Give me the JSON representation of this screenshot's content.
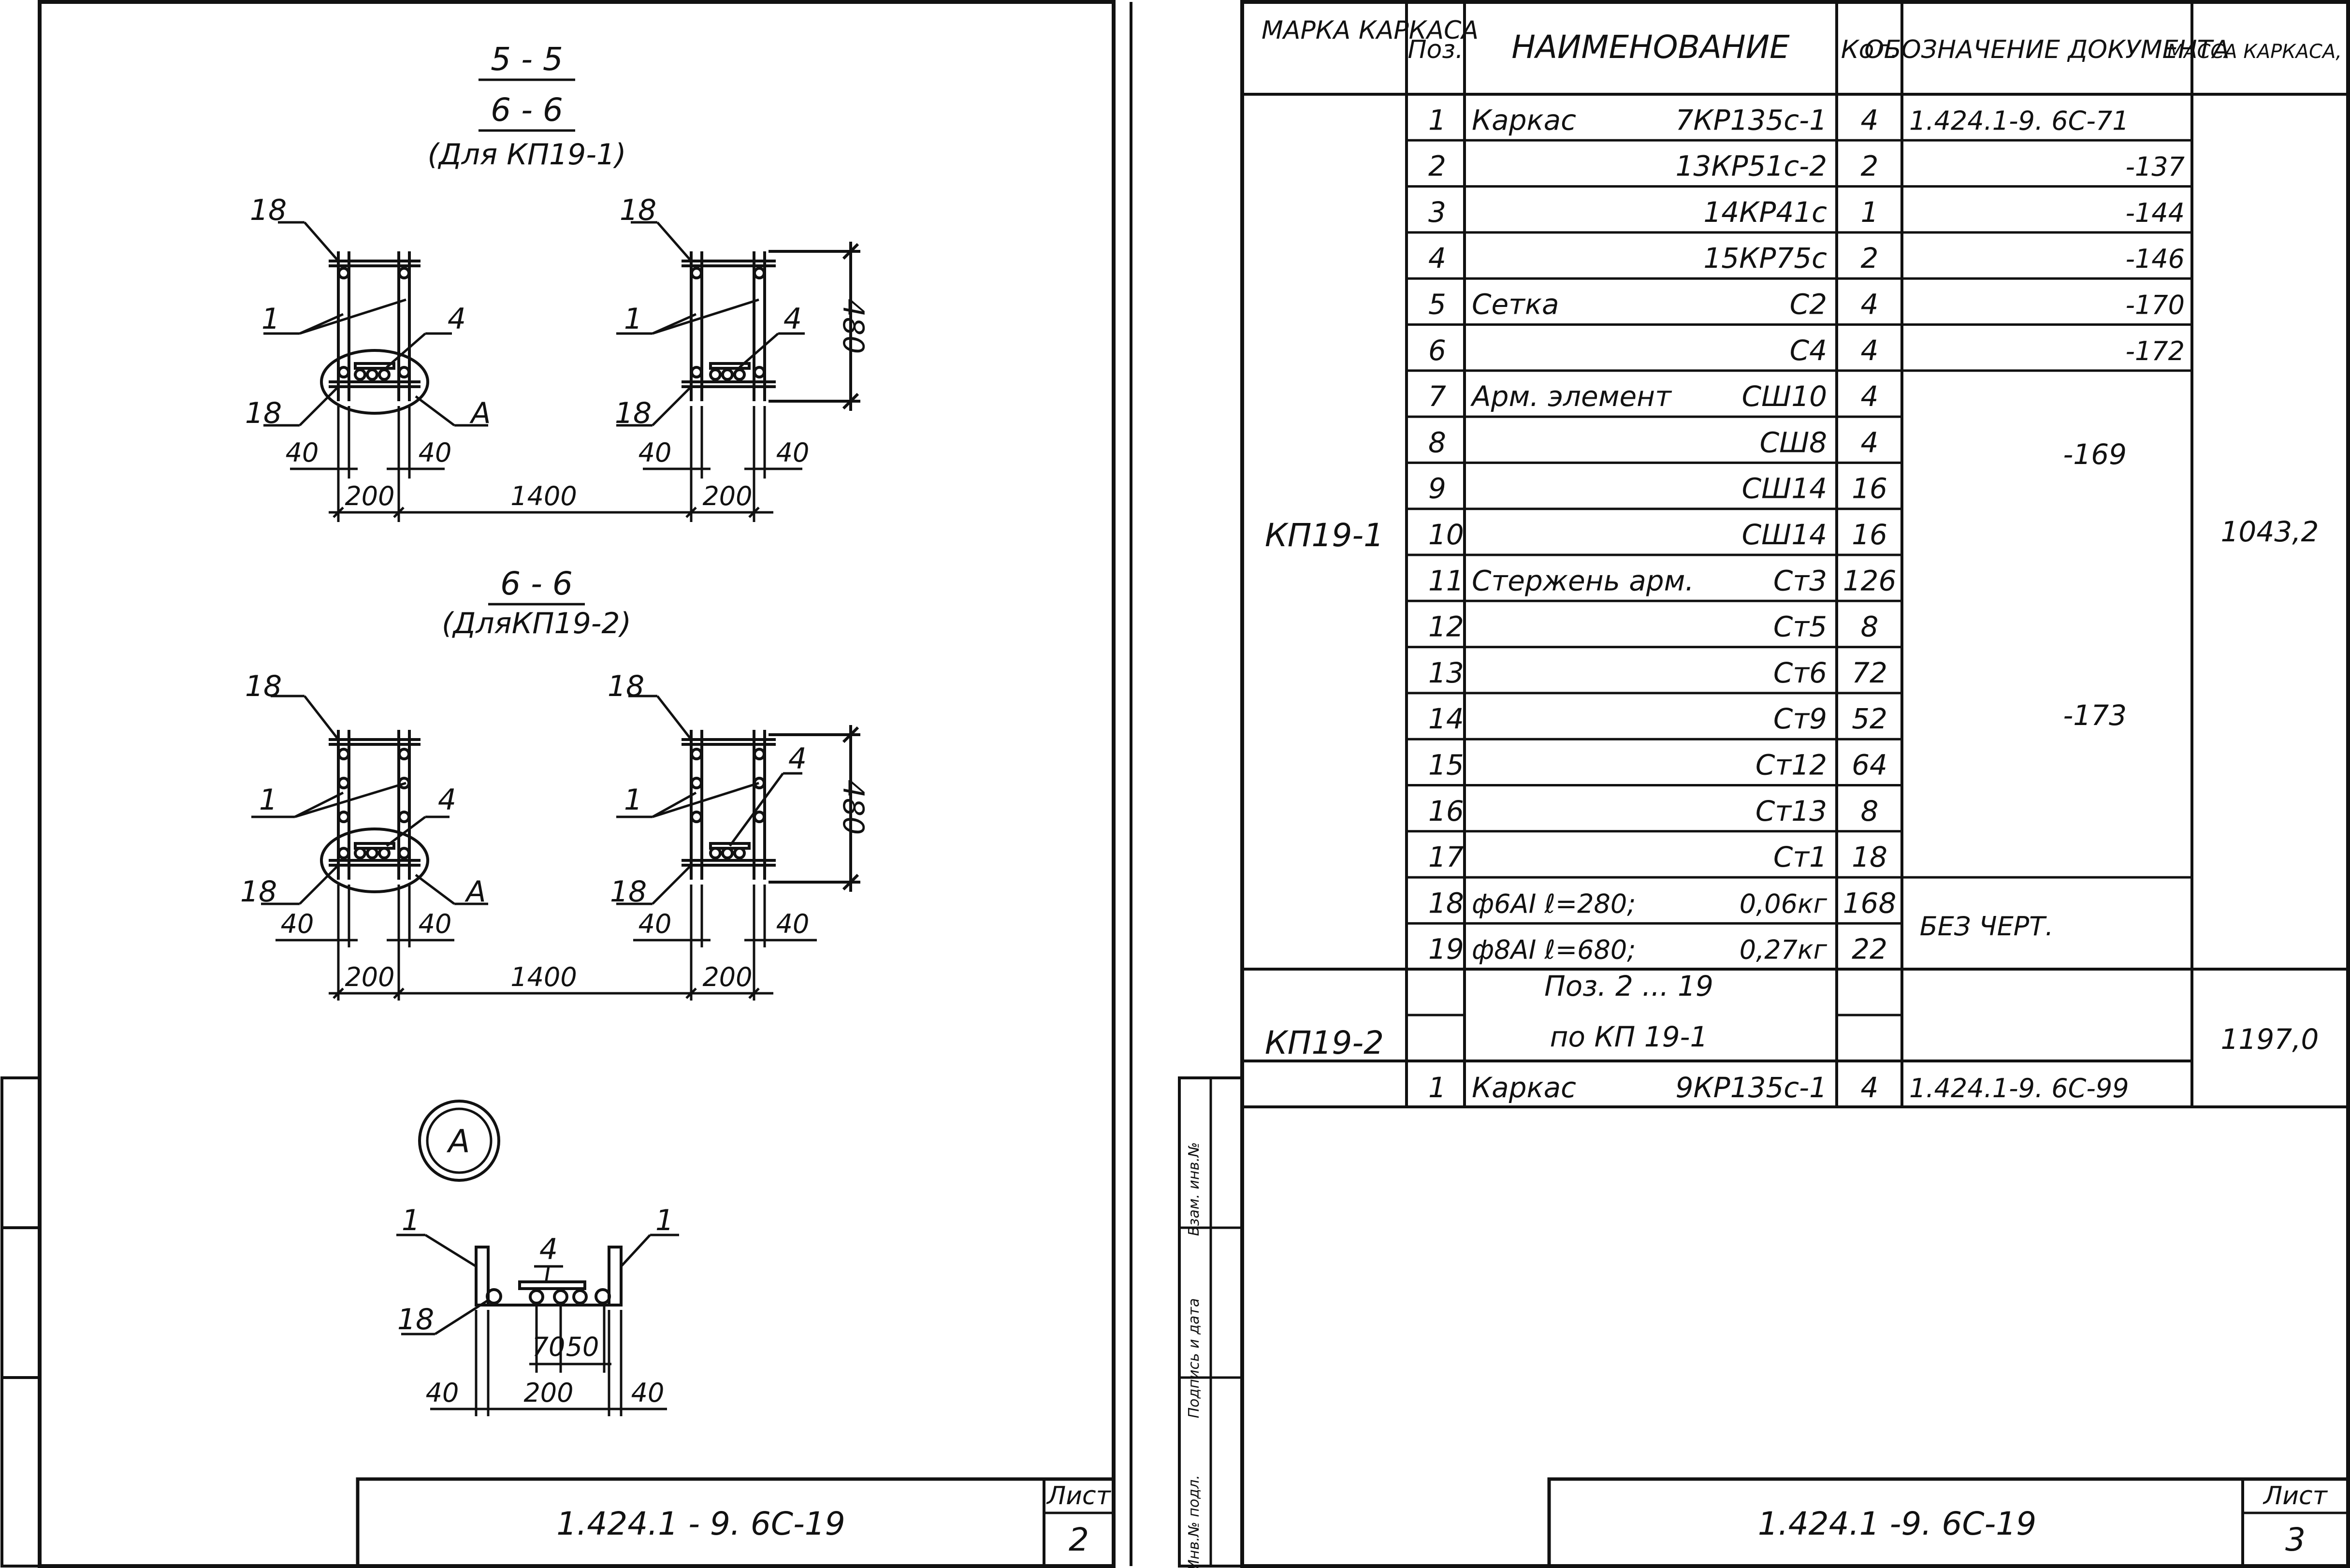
{
  "sheet2": {
    "section_5_5": "5 - 5",
    "section_6_6": "6 - 6",
    "for_kp19_1": "(Для КП19-1)",
    "for_kp19_2": "(ДляКП19-2)",
    "callouts": {
      "p18": "18",
      "p1": "1",
      "p4": "4",
      "node": "А"
    },
    "dims": {
      "d40": "40",
      "d200": "200",
      "d1400": "1400",
      "d480": "480",
      "d70": "70",
      "d50": "50"
    },
    "detail_node": "А",
    "stamp_code": "1.424.1 - 9.   6С-19",
    "sheet_label": "Лист",
    "sheet_number": "2"
  },
  "sheet3": {
    "headers": {
      "mark": "МАРКА КАРКАСА",
      "pos": "Поз.",
      "name": "НАИМЕНОВАНИЕ",
      "qty": "Кол.",
      "doc": "ОБОЗНАЧЕНИЕ ДОКУМЕНТА",
      "mass": "МАССА КАРКАСА, КГ"
    },
    "group1": {
      "mark": "КП19-1",
      "mass": "1043,2"
    },
    "rows": [
      {
        "pos": "1",
        "name": "Каркас",
        "sub": "7КР135с-1",
        "qty": "4",
        "doc": "1.424.1-9.  6С-71"
      },
      {
        "pos": "2",
        "name": "",
        "sub": "13КР51с-2",
        "qty": "2",
        "doc": "-137"
      },
      {
        "pos": "3",
        "name": "",
        "sub": "14КР41с",
        "qty": "1",
        "doc": "-144"
      },
      {
        "pos": "4",
        "name": "",
        "sub": "15КР75с",
        "qty": "2",
        "doc": "-146"
      },
      {
        "pos": "5",
        "name": "Сетка",
        "sub": "С2",
        "qty": "4",
        "doc": "-170"
      },
      {
        "pos": "6",
        "name": "",
        "sub": "С4",
        "qty": "4",
        "doc": "-172"
      },
      {
        "pos": "7",
        "name": "Арм. элемент",
        "sub": "СШ10",
        "qty": "4",
        "doc": ""
      },
      {
        "pos": "8",
        "name": "",
        "sub": "СШ8",
        "qty": "4",
        "doc": ""
      },
      {
        "pos": "9",
        "name": "",
        "sub": "СШ14",
        "qty": "16",
        "doc": ""
      },
      {
        "pos": "10",
        "name": "",
        "sub": "СШ14",
        "qty": "16",
        "doc": ""
      },
      {
        "pos": "11",
        "name": "Стержень арм.",
        "sub": "Ст3",
        "qty": "126",
        "doc": ""
      },
      {
        "pos": "12",
        "name": "",
        "sub": "Ст5",
        "qty": "8",
        "doc": ""
      },
      {
        "pos": "13",
        "name": "",
        "sub": "Ст6",
        "qty": "72",
        "doc": ""
      },
      {
        "pos": "14",
        "name": "",
        "sub": "Ст9",
        "qty": "52",
        "doc": ""
      },
      {
        "pos": "15",
        "name": "",
        "sub": "Ст12",
        "qty": "64",
        "doc": ""
      },
      {
        "pos": "16",
        "name": "",
        "sub": "Ст13",
        "qty": "8",
        "doc": ""
      },
      {
        "pos": "17",
        "name": "",
        "sub": "Ст1",
        "qty": "18",
        "doc": ""
      },
      {
        "pos": "18",
        "name": "ф6АI  ℓ=280;",
        "sub": "0,06кг",
        "qty": "168",
        "doc": ""
      },
      {
        "pos": "19",
        "name": "ф8АI  ℓ=680;",
        "sub": "0,27кг",
        "qty": "22",
        "doc": ""
      }
    ],
    "merged_docs": {
      "rows_7_10": "-169",
      "rows_11_17": "-173",
      "rows_18_19": "БЕЗ ЧЕРТ."
    },
    "group2": {
      "mark": "КП19-2",
      "mass": "1197,0",
      "note_line1": "Поз. 2 ... 19",
      "note_line2": "по КП 19-1",
      "row": {
        "pos": "1",
        "name": "Каркас",
        "sub": "9КР135с-1",
        "qty": "4",
        "doc": "1.424.1-9. 6С-99"
      }
    },
    "side_labels": [
      "Инв.№ подл.",
      "Подпись и дата",
      "Взам. инв.№"
    ],
    "stamp_code": "1.424.1 -9.  6С-19",
    "sheet_label": "Лист",
    "sheet_number": "3"
  }
}
